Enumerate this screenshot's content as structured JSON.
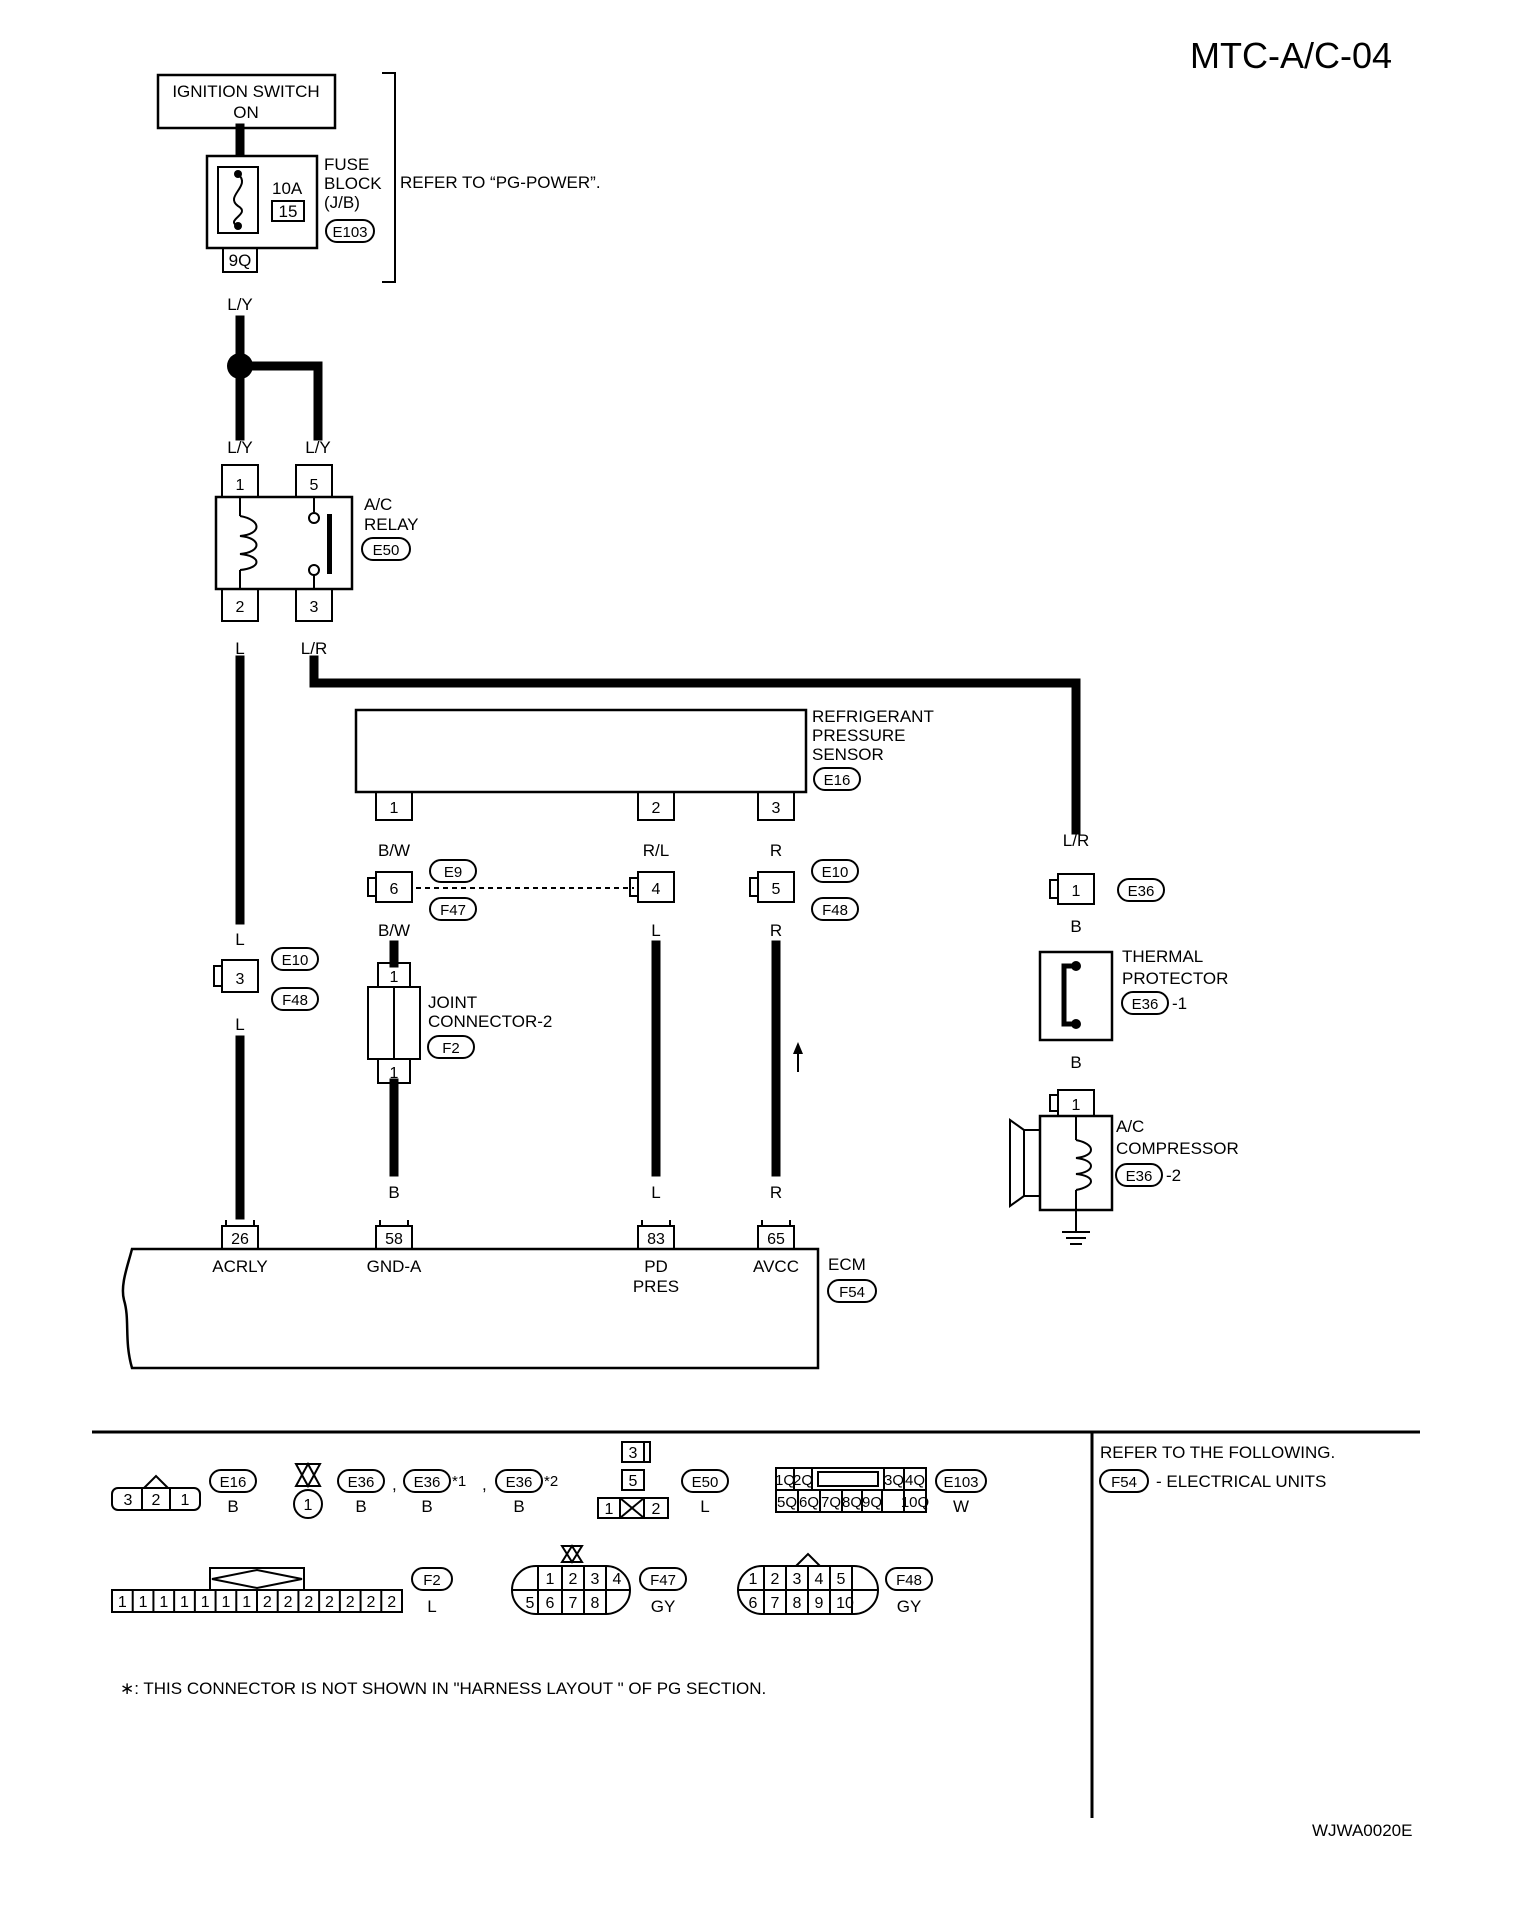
{
  "page_code": "MTC-A/C-04",
  "figure_id": "WJWA0020E",
  "components": {
    "ignition_switch": {
      "line1": "IGNITION SWITCH",
      "line2": "ON"
    },
    "fuse_block": {
      "line1": "FUSE",
      "line2": "BLOCK",
      "line3": "(J/B)",
      "connector": "E103",
      "amp": "10A",
      "fuse_no": "15",
      "terminal": "9Q"
    },
    "power_note": "REFER TO “PG-POWER”.",
    "ac_relay": {
      "line1": "A/C",
      "line2": "RELAY",
      "connector": "E50",
      "terminals": [
        "1",
        "5",
        "2",
        "3"
      ]
    },
    "refrigerant_sensor": {
      "line1": "REFRIGERANT",
      "line2": "PRESSURE",
      "line3": "SENSOR",
      "connector": "E16",
      "terminals": [
        "1",
        "2",
        "3"
      ]
    },
    "joint_connector": {
      "line1": "JOINT",
      "line2": "CONNECTOR-2",
      "connector": "F2",
      "terminals": [
        "1",
        "1"
      ]
    },
    "thermal_protector": {
      "line1": "THERMAL",
      "line2": "PROTECTOR",
      "connector": "E36",
      "suffix": "-1"
    },
    "ac_compressor": {
      "line1": "A/C",
      "line2": "COMPRESSOR",
      "connector": "E36",
      "suffix": "-2",
      "terminal": "1"
    },
    "ecm": {
      "label": "ECM",
      "connector": "F54",
      "terminals": [
        "26",
        "58",
        "83",
        "65"
      ],
      "pin_labels": [
        "ACRLY",
        "GND-A",
        "PD",
        "PRES",
        "AVCC"
      ]
    }
  },
  "wire_labels": {
    "fuse_out": "L/Y",
    "relay_in_1": "L/Y",
    "relay_in_5": "L/Y",
    "relay_out_2": "L",
    "relay_out_3": "L/R",
    "s1": "B/W",
    "s1b": "B/W",
    "s2": "R/L",
    "s2b": "L",
    "s3": "R",
    "s3b": "R",
    "l_upper": "L",
    "l_lower": "L",
    "lr": "L/R",
    "b1": "B",
    "b2": "B",
    "ecm_58": "B",
    "ecm_83": "L",
    "ecm_65": "R"
  },
  "inline_connectors": {
    "e9_pin": "6",
    "e9": "E9",
    "f47": "F47",
    "mid_pin": "4",
    "e10_pin": "5",
    "e10": "E10",
    "f48": "F48",
    "e10b_pin": "3",
    "e10b": "E10",
    "f48b": "F48",
    "e36_pin": "1",
    "e36": "E36"
  },
  "legend": {
    "e16": {
      "code": "E16",
      "color": "B",
      "pins": [
        "3",
        "2",
        "1"
      ]
    },
    "e36": {
      "pin": "1",
      "c1": "E36",
      "col1": "B",
      "c2": "E36",
      "star1": "*1",
      "col2": "B",
      "c3": "E36",
      "star2": "*2",
      "col3": "B",
      "sep1": ",",
      "sep2": ","
    },
    "e50": {
      "code": "E50",
      "color": "L",
      "pins": [
        "3",
        "5",
        "1",
        "2"
      ]
    },
    "e103": {
      "code": "E103",
      "color": "W",
      "top": [
        "1Q",
        "2Q",
        "3Q",
        "4Q"
      ],
      "bottom": [
        "5Q",
        "6Q",
        "7Q",
        "8Q",
        "9Q",
        "10Q"
      ]
    },
    "f2": {
      "code": "F2",
      "color": "L",
      "pins": [
        "1",
        "1",
        "1",
        "1",
        "1",
        "1",
        "1",
        "2",
        "2",
        "2",
        "2",
        "2",
        "2",
        "2"
      ]
    },
    "f47": {
      "code": "F47",
      "color": "GY",
      "top": [
        "1",
        "2",
        "3",
        "4"
      ],
      "bottom": [
        "5",
        "6",
        "7",
        "8"
      ]
    },
    "f48": {
      "code": "F48",
      "color": "GY",
      "top": [
        "1",
        "2",
        "3",
        "4",
        "5"
      ],
      "bottom": [
        "6",
        "7",
        "8",
        "9",
        "10"
      ]
    },
    "refer_title": "REFER TO THE FOLLOWING.",
    "refer_code": "F54",
    "refer_text": "- ELECTRICAL UNITS",
    "footnote": "∗: THIS CONNECTOR IS NOT SHOWN IN \"HARNESS LAYOUT \"  OF PG SECTION."
  }
}
